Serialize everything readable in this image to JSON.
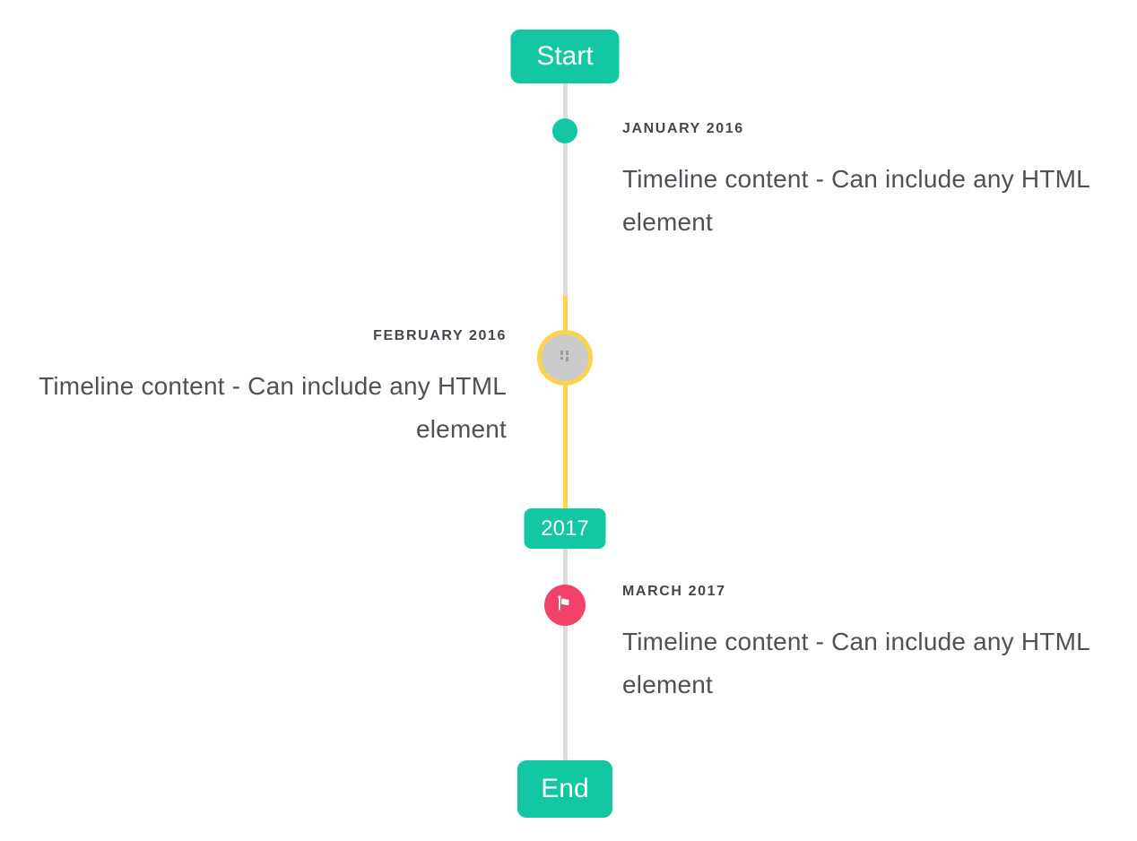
{
  "timeline": {
    "start_badge": "Start",
    "end_badge": "End",
    "year_badge": "2017",
    "entries": [
      {
        "date": "JANUARY 2016",
        "content": "Timeline content - Can include any HTML element",
        "side": "right",
        "marker": "dot"
      },
      {
        "date": "FEBRUARY 2016",
        "content": "Timeline content - Can include any HTML element",
        "side": "left",
        "marker": "image-circle"
      },
      {
        "date": "MARCH 2017",
        "content": "Timeline content - Can include any HTML element",
        "side": "right",
        "marker": "flag"
      }
    ],
    "colors": {
      "accent_teal": "#12c7a2",
      "highlight_yellow": "#fbd44e",
      "flag_pink": "#f2426a",
      "line_gray": "#dcdcdc",
      "circle_gray": "#cbcbcb",
      "date_text": "#43464c",
      "content_text": "#4e5257"
    }
  }
}
